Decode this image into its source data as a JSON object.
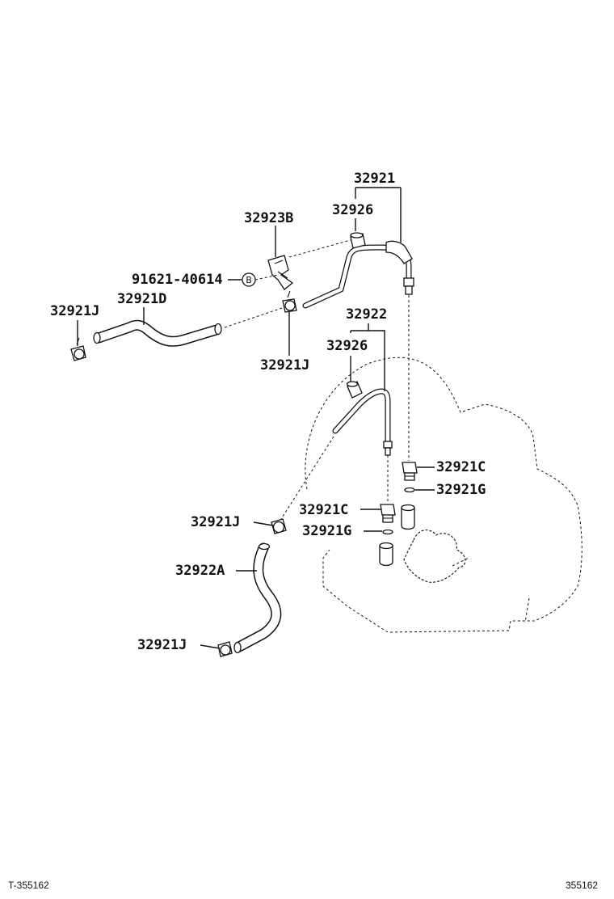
{
  "labels": {
    "p32921": "32921",
    "p32926_top": "32926",
    "p32923B": "32923B",
    "p91621": "91621-40614",
    "callout_B": "B",
    "p32921J_left": "32921J",
    "p32921D": "32921D",
    "p32922": "32922",
    "p32926_mid": "32926",
    "p32921J_mid": "32921J",
    "p32921C_right": "32921C",
    "p32921G_right": "32921G",
    "p32921J_lower": "32921J",
    "p32921C_mid": "32921C",
    "p32921G_mid": "32921G",
    "p32922A": "32922A",
    "p32921J_bottom": "32921J"
  },
  "footer": {
    "left_code": "T-355162",
    "right_code": "355162"
  }
}
